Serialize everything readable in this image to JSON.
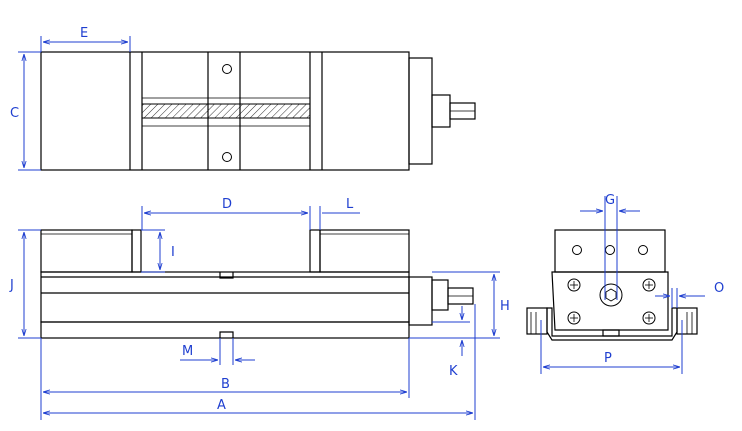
{
  "dimension_labels": {
    "A": "A",
    "B": "B",
    "C": "C",
    "D": "D",
    "E": "E",
    "G": "G",
    "H": "H",
    "I": "I",
    "J": "J",
    "K": "K",
    "L": "L",
    "M": "M",
    "O": "O",
    "P": "P"
  },
  "colors": {
    "outline": "#000000",
    "dimension": "#1f3fd0",
    "background": "#ffffff"
  }
}
